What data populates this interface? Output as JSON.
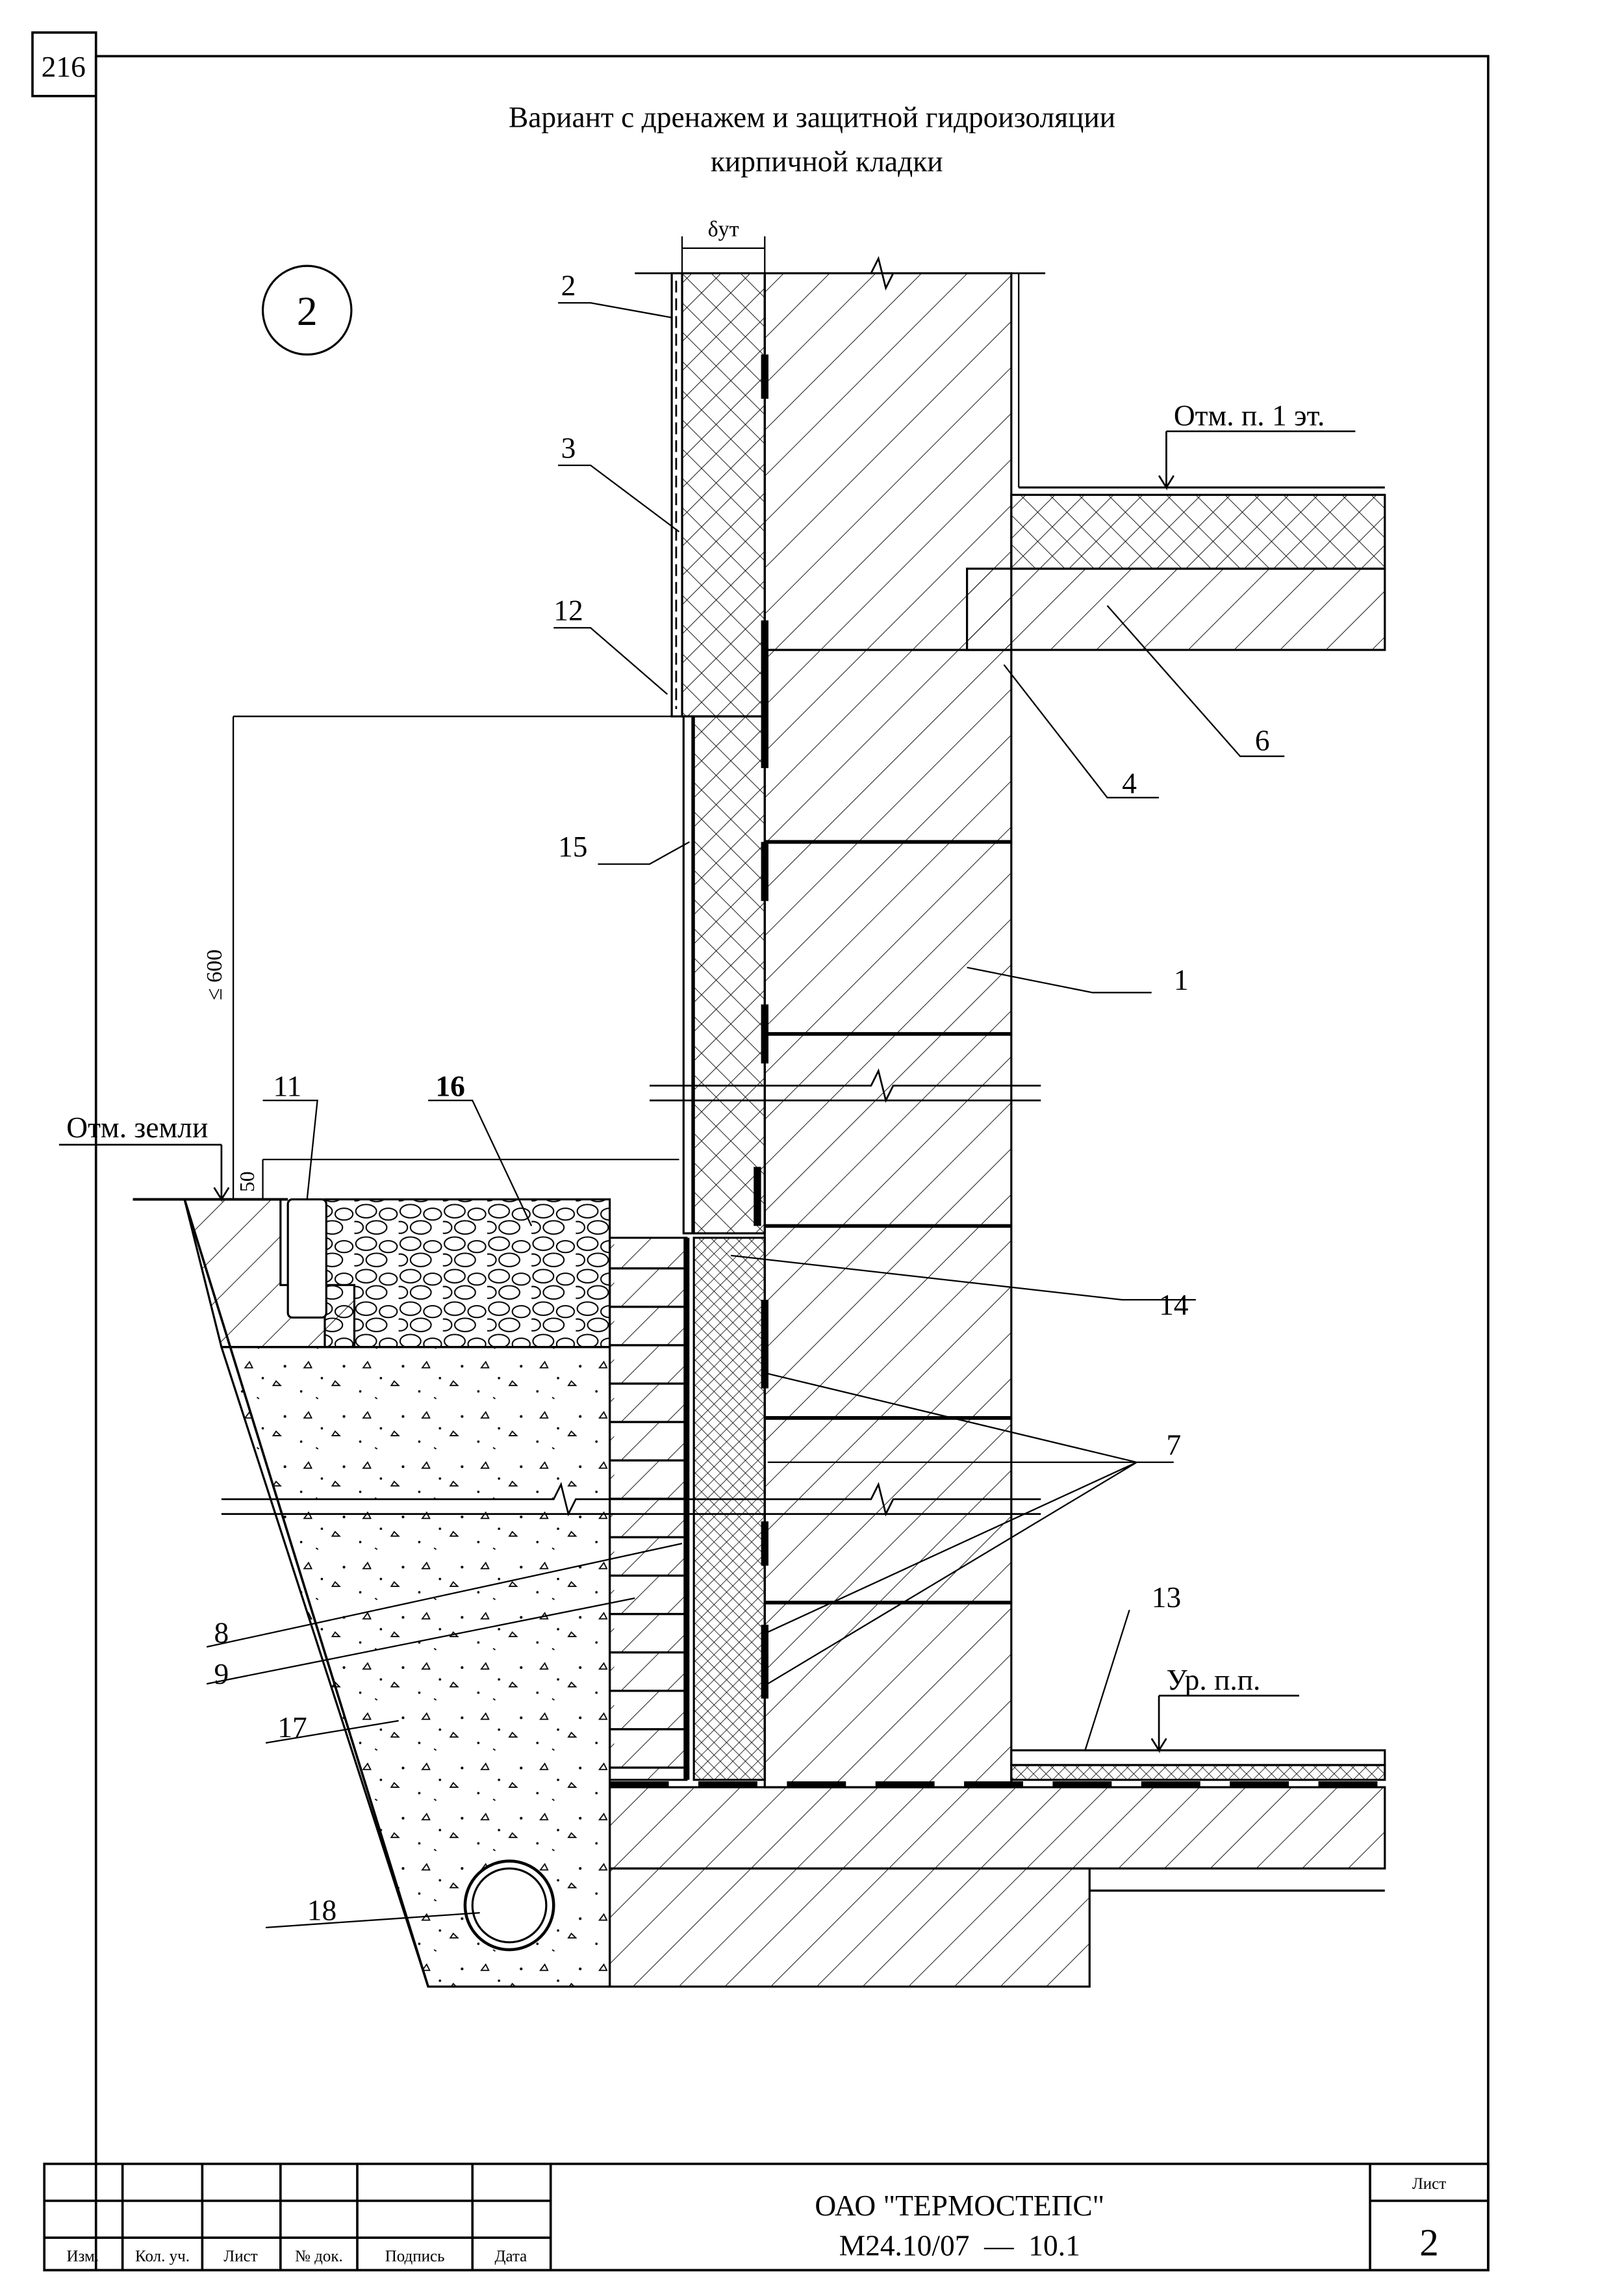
{
  "page_number": "216",
  "title": {
    "line1": "Вариант с дренажем и защитной гидроизоляции",
    "line2": "кирпичной кладки"
  },
  "detail_number": "2",
  "dimensions": {
    "insulation_thickness": "δут",
    "height_limit": "≤ 600",
    "offset": "50"
  },
  "elevations": {
    "first_floor": "Отм. п. 1 эт.",
    "ground": "Отм. земли",
    "floor_level": "Ур. п.п."
  },
  "callouts": [
    "1",
    "2",
    "3",
    "4",
    "6",
    "7",
    "8",
    "9",
    "11",
    "12",
    "13",
    "14",
    "15",
    "16",
    "17",
    "18"
  ],
  "title_block": {
    "headers": [
      "Изм.",
      "Кол. уч.",
      "Лист",
      "№ док.",
      "Подпись",
      "Дата"
    ],
    "company": "ОАО \"ТЕРМОСТЕПС\"",
    "document_code": "М24.10/07  —  10.1",
    "sheet_label": "Лист",
    "sheet_number": "2"
  }
}
